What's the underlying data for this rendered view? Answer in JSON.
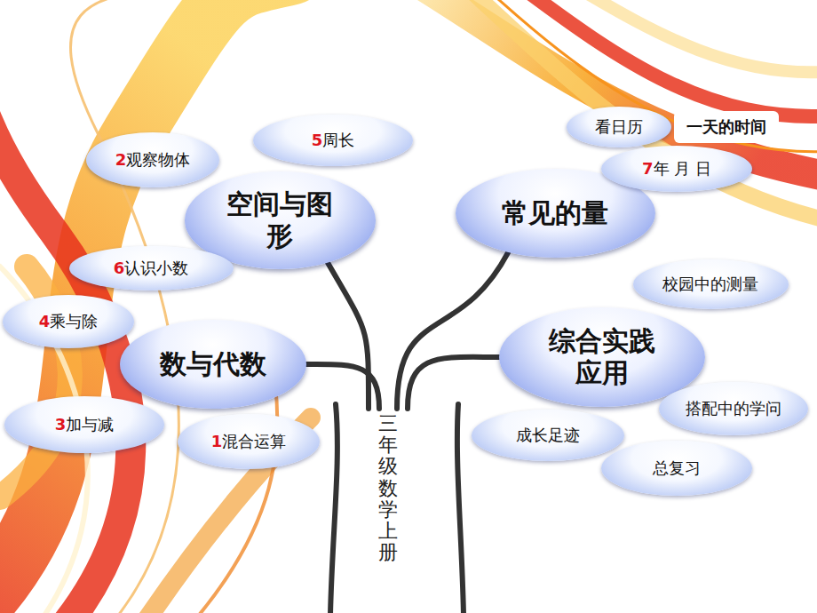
{
  "diagram": {
    "nodes": [
      {
        "text": [
          "三年级数学上册"
        ]
      },
      {
        "text": [
          "空间与图形"
        ]
      },
      {
        "text": [
          "2",
          "观察物体"
        ]
      },
      {
        "text": [
          "5",
          "周长"
        ]
      },
      {
        "text": [
          "常见的量"
        ]
      },
      {
        "text": [
          "看日历"
        ]
      },
      {
        "text": [
          "一天的时间"
        ]
      },
      {
        "text": [
          "7",
          "年 月 日"
        ]
      },
      {
        "text": [
          "数与代数"
        ]
      },
      {
        "text": [
          "6",
          "认识小数"
        ]
      },
      {
        "text": [
          "4",
          "乘与除"
        ]
      },
      {
        "text": [
          "3",
          "加与减"
        ]
      },
      {
        "text": [
          "1",
          "混合运算"
        ]
      },
      {
        "text": [
          "综合实践 应用"
        ]
      },
      {
        "text": [
          "校园中的测量"
        ]
      },
      {
        "text": [
          "搭配中的学问"
        ]
      },
      {
        "text": [
          "成长足迹"
        ]
      },
      {
        "text": [
          "总复习"
        ]
      }
    ],
    "edges": [
      {
        "from": 0,
        "to": 1,
        "arrow": "none"
      },
      {
        "from": 0,
        "to": 4,
        "arrow": "none"
      },
      {
        "from": 0,
        "to": 8,
        "arrow": "none"
      },
      {
        "from": 0,
        "to": 13,
        "arrow": "none"
      }
    ]
  }
}
